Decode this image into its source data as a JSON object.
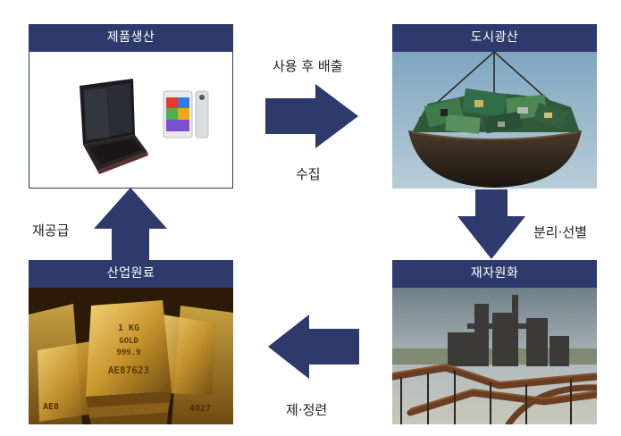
{
  "panels": {
    "product": {
      "title": "제품생산"
    },
    "urban_mine": {
      "title": "도시광산"
    },
    "recycled": {
      "title": "재자원화"
    },
    "industrial": {
      "title": "산업원료"
    }
  },
  "flows": {
    "discharge": "사용 후 배출",
    "collect": "수집",
    "sort": "분리·선별",
    "refine": "제·정련",
    "resupply": "재공급"
  },
  "gold_bars": {
    "line1": "1 KG",
    "line2": "GOLD",
    "line3": "999.9",
    "serial": "AE87623",
    "serial_left": "AE8",
    "serial_right": "4027"
  },
  "colors": {
    "header": "#2d3a6b",
    "arrow": "#2d3a6b"
  }
}
